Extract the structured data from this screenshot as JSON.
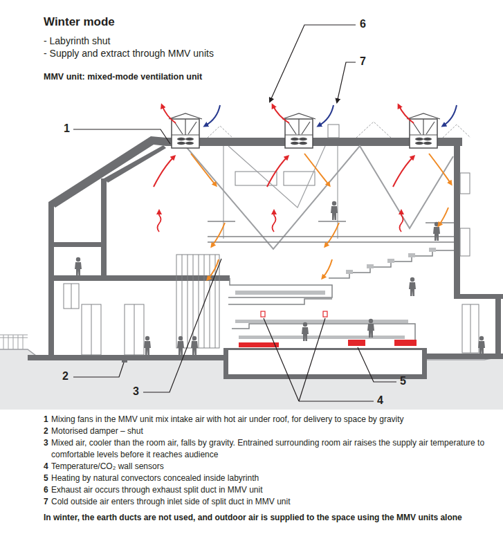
{
  "diagram": {
    "title": "Winter mode",
    "caption": "In winter, the earth ducts are not used, and outdoor air is supplied to the space using the MMV units alone",
    "labels": [
      "- Labyrinth shut",
      "- Supply and extract through MMV units",
      "MMV unit: mixed-mode ventilation unit",
      "6",
      "7",
      "1",
      "2",
      "3",
      "5",
      "4",
      "1",
      "Mixing fans in the MMV unit mix intake air with hot air under roof, for delivery to space by gravity",
      "2",
      "Motorised damper – shut",
      "3",
      "Mixed air, cooler than the room air, falls by gravity. Entrained surrounding room air raises the supply air temperature to comfortable levels before it reaches audience",
      "4",
      "Temperature/CO₂ wall sensors",
      "5",
      "Heating by natural convectors concealed inside labyrinth",
      "6",
      "Exhaust air occurs through exhaust split duct in MMV unit",
      "7",
      "Cold outside air enters through inlet side of split duct in MMV unit"
    ]
  }
}
